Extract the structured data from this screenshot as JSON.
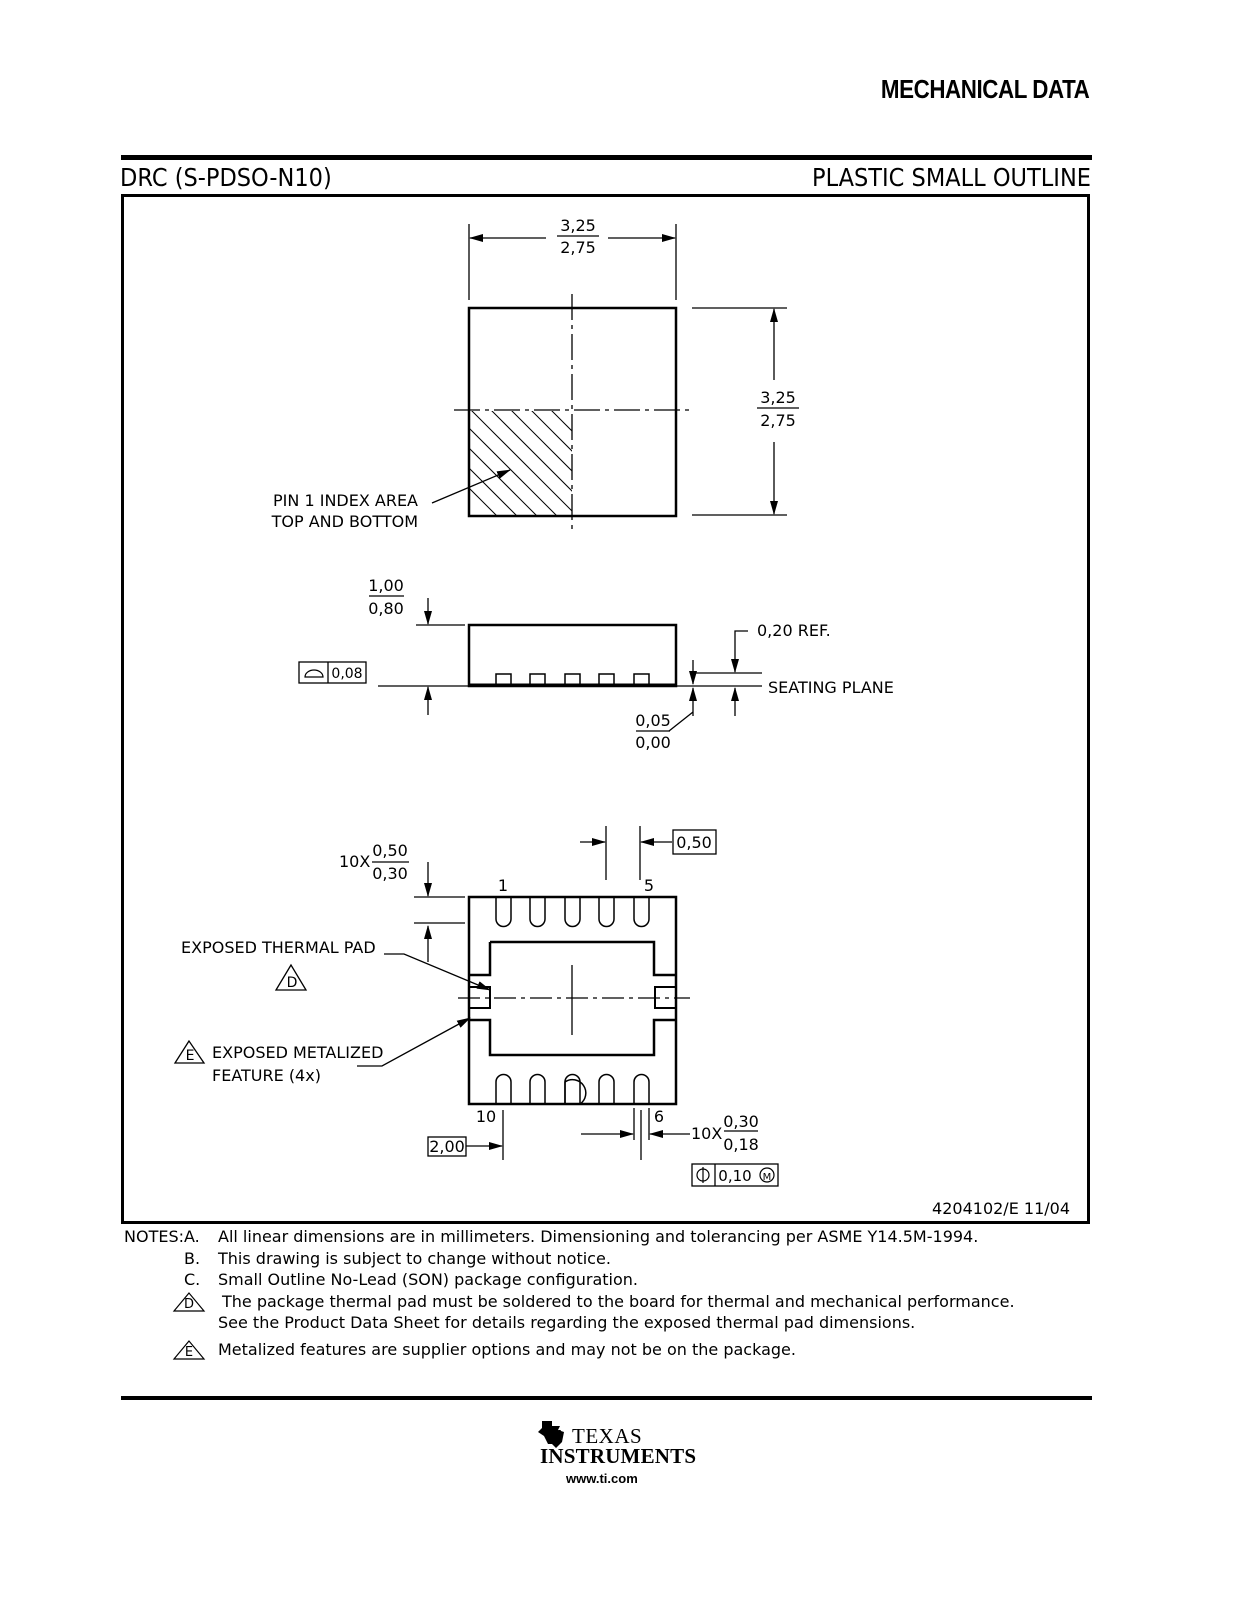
{
  "header": {
    "section_title": "MECHANICAL DATA"
  },
  "package": {
    "code": "DRC (S-PDSO-N10)",
    "type": "PLASTIC SMALL OUTLINE"
  },
  "drawing": {
    "top_view": {
      "width_max": "3,25",
      "width_min": "2,75",
      "height_max": "3,25",
      "height_min": "2,75",
      "pin1_label_line1": "PIN 1 INDEX AREA",
      "pin1_label_line2": "TOP AND BOTTOM"
    },
    "side_view": {
      "thickness_max": "1,00",
      "thickness_min": "0,80",
      "flatness_value": "0,08",
      "ref_label": "0,20 REF.",
      "seating_plane": "SEATING PLANE",
      "standoff_max": "0,05",
      "standoff_min": "0,00"
    },
    "bottom_view": {
      "lead_length_prefix": "10X",
      "lead_length_max": "0,50",
      "lead_length_min": "0,30",
      "pitch": "0,50",
      "pin_1": "1",
      "pin_5": "5",
      "pin_10": "10",
      "pin_6": "6",
      "thermal_pad_label": "EXPOSED THERMAL PAD",
      "note_d_marker": "D",
      "note_e_marker": "E",
      "metal_feature_line1": "EXPOSED METALIZED",
      "metal_feature_line2": "FEATURE (4x)",
      "span_value": "2,00",
      "lead_width_prefix": "10X",
      "lead_width_max": "0,30",
      "lead_width_min": "0,18",
      "position_tolerance": "0,10",
      "mmc_symbol": "M"
    },
    "drawing_number": "4204102/E 11/04"
  },
  "notes": {
    "label": "NOTES:",
    "items": [
      {
        "letter": "A.",
        "text": "All linear dimensions are in millimeters. Dimensioning and tolerancing per ASME Y14.5M-1994."
      },
      {
        "letter": "B.",
        "text": "This drawing is subject to change without notice."
      },
      {
        "letter": "C.",
        "text": "Small Outline No-Lead (SON) package configuration."
      },
      {
        "letter": "D",
        "text": "The package thermal pad must be soldered to the board for thermal and mechanical performance.",
        "text2": "See the Product Data Sheet for details regarding the exposed thermal pad dimensions."
      },
      {
        "letter": "E",
        "text": "Metalized features are supplier options and may not be on the package."
      }
    ]
  },
  "footer": {
    "company_line1": "TEXAS",
    "company_line2": "INSTRUMENTS",
    "url": "www.ti.com"
  }
}
